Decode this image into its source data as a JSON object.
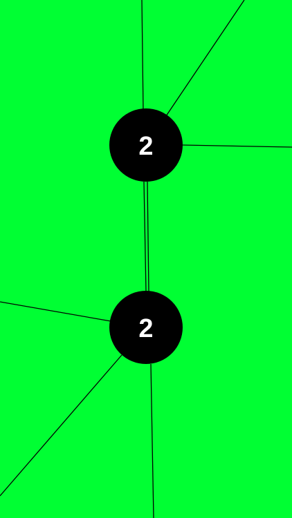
{
  "board": {
    "background_color": "#00ff33",
    "line_color": "#000000",
    "node_color": "#000000",
    "label_color": "#ffffff"
  },
  "nodes": [
    {
      "id": "node-top",
      "label": "2"
    },
    {
      "id": "node-bottom",
      "label": "2"
    }
  ]
}
